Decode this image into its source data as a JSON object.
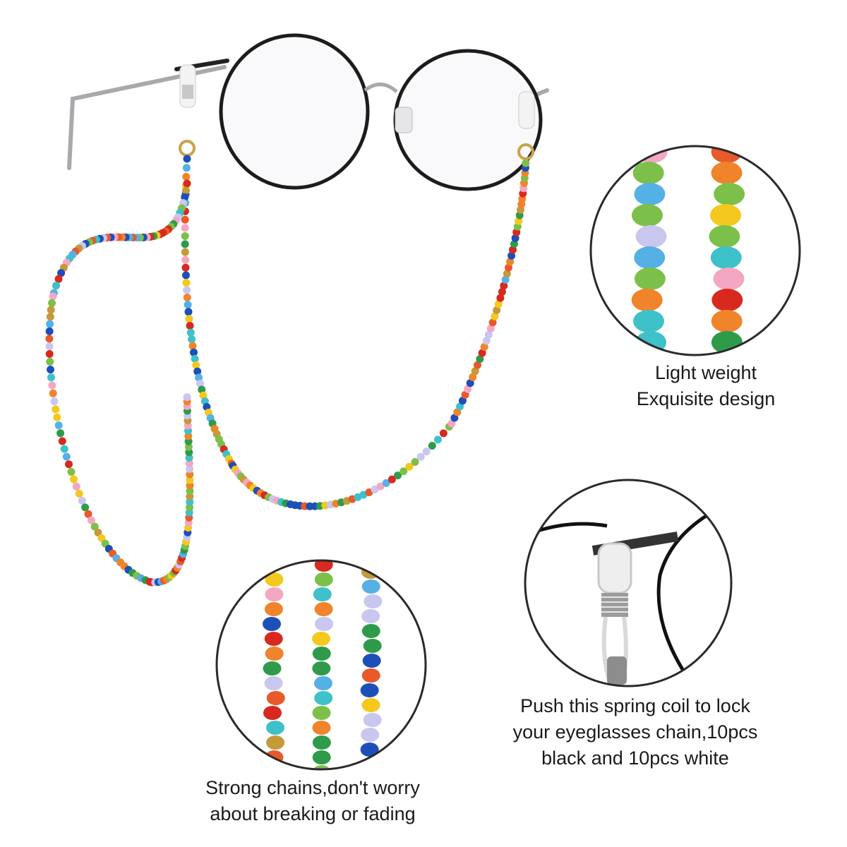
{
  "product": {
    "name": "Beaded eyeglasses chain",
    "bead_colors": [
      "#d8291f",
      "#f0842a",
      "#f4c81d",
      "#2f9b4a",
      "#7cc04a",
      "#1d4fb8",
      "#55b0e6",
      "#f4a7c3",
      "#c9c6ef",
      "#c49a3a",
      "#e85a2a",
      "#3ec1c9"
    ],
    "frame_color": "#1c1c1c",
    "temple_color": "#a9a9ad"
  },
  "callouts": [
    {
      "id": "detail-beads-closeup",
      "lines": [
        "Light weight",
        "Exquisite design"
      ]
    },
    {
      "id": "detail-strands",
      "lines": [
        "Strong chains,don't worry",
        "about breaking or fading"
      ]
    },
    {
      "id": "detail-spring-coil",
      "lines": [
        "Push this spring coil to lock",
        "your eyeglasses chain,10pcs",
        "black and 10pcs white"
      ]
    }
  ]
}
